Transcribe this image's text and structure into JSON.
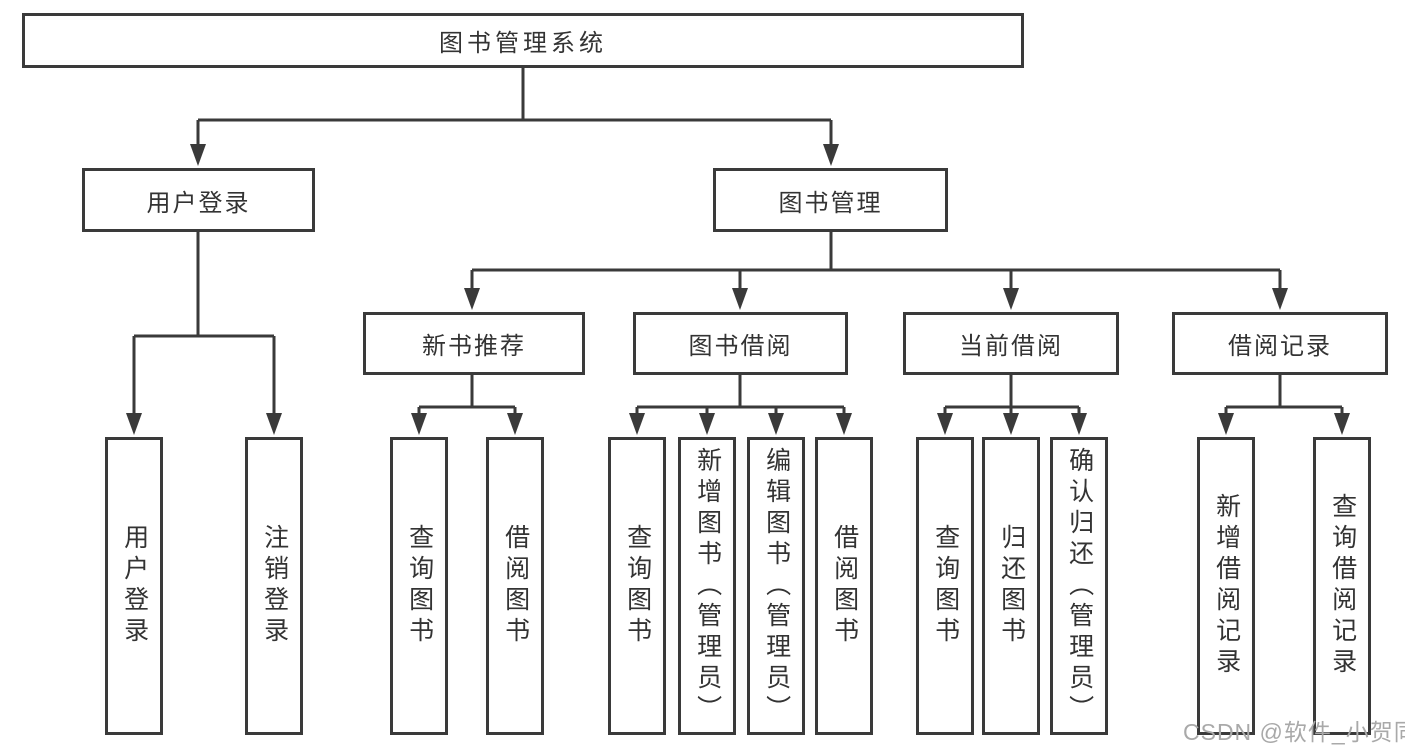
{
  "diagram": {
    "root": {
      "label": "图书管理系统"
    },
    "branches": [
      {
        "id": "user-login",
        "label": "用户登录",
        "children": [
          {
            "label": "用户登录"
          },
          {
            "label": "注销登录"
          }
        ]
      },
      {
        "id": "book-management",
        "label": "图书管理",
        "groups": [
          {
            "label": "新书推荐",
            "children": [
              {
                "label": "查询图书"
              },
              {
                "label": "借阅图书"
              }
            ]
          },
          {
            "label": "图书借阅",
            "children": [
              {
                "label": "查询图书"
              },
              {
                "label": "新增图书（管理员）"
              },
              {
                "label": "编辑图书（管理员）"
              },
              {
                "label": "借阅图书"
              }
            ]
          },
          {
            "label": "当前借阅",
            "children": [
              {
                "label": "查询图书"
              },
              {
                "label": "归还图书"
              },
              {
                "label": "确认归还（管理员）"
              }
            ]
          },
          {
            "label": "借阅记录",
            "children": [
              {
                "label": "新增借阅记录"
              },
              {
                "label": "查询借阅记录"
              }
            ]
          }
        ]
      }
    ]
  },
  "watermark": {
    "text": "CSDN @软件_小贺同学"
  },
  "colors": {
    "line": "#3a3a3a",
    "box_border": "#3a3a3a",
    "box_fill": "#ffffff",
    "text": "#333333",
    "watermark": "#a9a9a9",
    "background": "#ffffff"
  }
}
